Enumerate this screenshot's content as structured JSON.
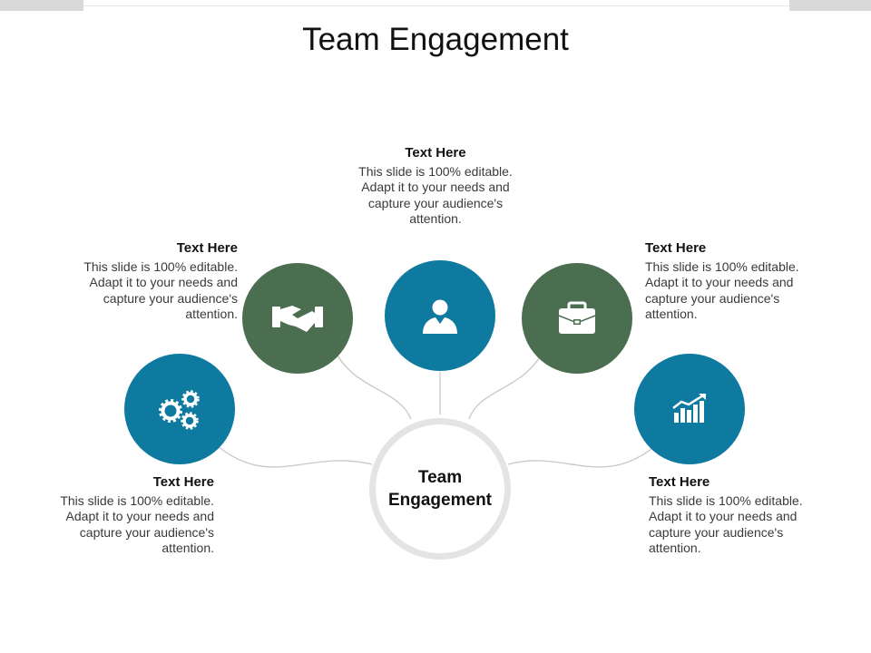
{
  "title": "Team Engagement",
  "center": {
    "line1": "Team",
    "line2": "Engagement"
  },
  "colors": {
    "blue": "#0f7aa0",
    "green": "#4a6e4f",
    "connector": "#c8c8c8",
    "ring": "#e2e2e2"
  },
  "nodes": [
    {
      "icon": "gears-icon",
      "color": "blue",
      "heading": "Text Here",
      "body": "This slide is 100% editable. Adapt it to your needs and capture your audience's attention."
    },
    {
      "icon": "handshake-icon",
      "color": "green",
      "heading": "Text Here",
      "body": "This slide is 100% editable. Adapt it to your needs and capture your audience's attention."
    },
    {
      "icon": "person-icon",
      "color": "blue",
      "heading": "Text Here",
      "body": "This slide is 100% editable. Adapt it to your needs and capture your audience's attention."
    },
    {
      "icon": "briefcase-icon",
      "color": "green",
      "heading": "Text Here",
      "body": "This slide is 100% editable. Adapt it to your needs and capture your audience's attention."
    },
    {
      "icon": "bar-chart-icon",
      "color": "blue",
      "heading": "Text Here",
      "body": "This slide is 100% editable. Adapt it to your needs and capture your audience's attention."
    }
  ]
}
